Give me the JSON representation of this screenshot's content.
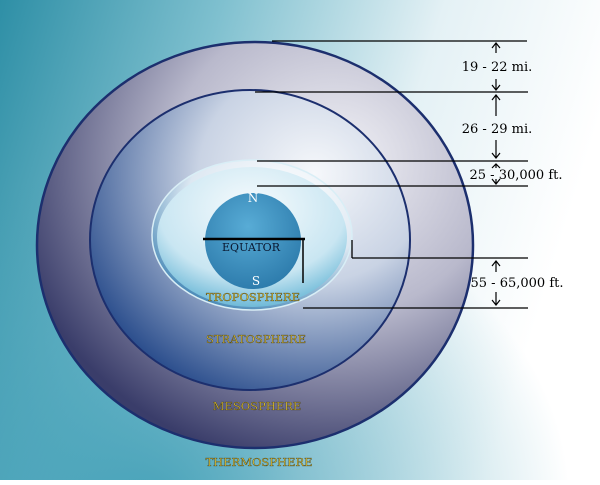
{
  "layers": {
    "thermosphere": "THERMOSPHERE",
    "mesosphere": "MESOSPHERE",
    "stratosphere": "STRATOSPHERE",
    "troposphere": "TROPOSPHERE"
  },
  "earth": {
    "north": "N",
    "south": "S",
    "equator": "EQUATOR"
  },
  "measurements": {
    "top": "19 - 22 mi.",
    "second": "26 - 29 mi.",
    "third": "25 - 30,000 ft.",
    "fourth": "55 - 65,000 ft."
  },
  "colors": {
    "label_gold": "#e4c83a",
    "ring_outline": "#1c2f6e",
    "line_black": "#000000",
    "earth_blue": "#3f97c4"
  }
}
